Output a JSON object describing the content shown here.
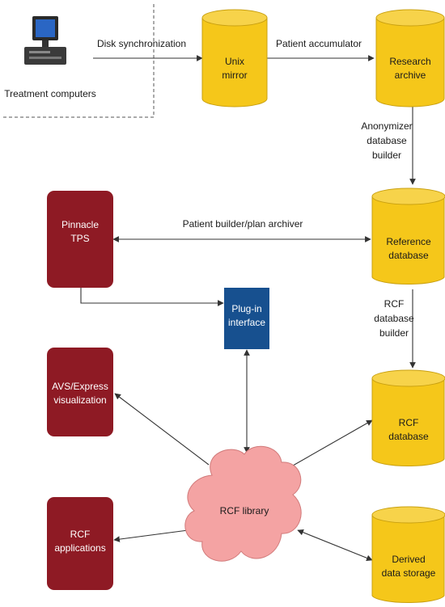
{
  "colors": {
    "cylinder": "#f5c71a",
    "cylinder_stroke": "#c9a010",
    "red_box": "#8e1a24",
    "blue_box": "#17508f",
    "cloud": "#f4a3a3",
    "cloud_stroke": "#d17a7a",
    "edge": "#333333"
  },
  "icons": {
    "computer": "computer-icon"
  },
  "nodes": {
    "treatment_computers": "Treatment computers",
    "unix_mirror": [
      "Unix",
      "mirror"
    ],
    "research_archive": [
      "Research",
      "archive"
    ],
    "reference_database": [
      "Reference",
      "database"
    ],
    "rcf_database": [
      "RCF",
      "database"
    ],
    "derived_storage": [
      "Derived",
      "data storage"
    ],
    "pinnacle_tps": [
      "Pinnacle",
      "TPS"
    ],
    "plugin_interface": [
      "Plug-in",
      "interface"
    ],
    "avs_express": [
      "AVS/Express",
      "visualization"
    ],
    "rcf_applications": [
      "RCF",
      "applications"
    ],
    "rcf_library": "RCF library"
  },
  "edges": {
    "disk_sync": "Disk synchronization",
    "patient_accumulator": "Patient accumulator",
    "anonymizer": [
      "Anonymizer",
      "database",
      "builder"
    ],
    "patient_builder": "Patient builder/plan archiver",
    "rcf_db_builder": [
      "RCF",
      "database",
      "builder"
    ]
  }
}
